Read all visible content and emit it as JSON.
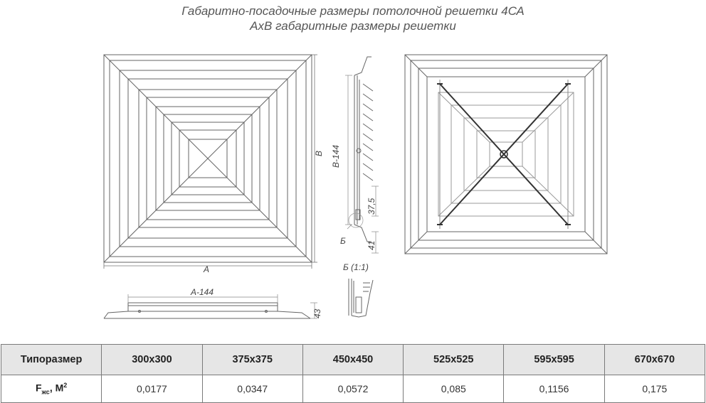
{
  "title_line1": "Габаритно-посадочные размеры потолочной решетки 4СА",
  "title_line2": "АхВ габаритные размеры решетки",
  "dimensions": {
    "A": "A",
    "B": "B",
    "B144": "B-144",
    "A144": "A-144",
    "d37_5": "37,5",
    "d41": "41",
    "d43": "43",
    "callout": "Б",
    "detail": "Б (1:1)"
  },
  "table": {
    "header_label": "Типоразмер",
    "sizes": [
      "300x300",
      "375x375",
      "450x450",
      "525x525",
      "595x595",
      "670x670"
    ],
    "row_label_main": "F",
    "row_label_sub": "жс",
    "row_label_unit": ", M",
    "row_label_sup": "2",
    "values": [
      "0,0177",
      "0,0347",
      "0,0572",
      "0,085",
      "0,1156",
      "0,175"
    ]
  },
  "colors": {
    "line": "#555555",
    "header_bg": "#e6e6e6"
  }
}
